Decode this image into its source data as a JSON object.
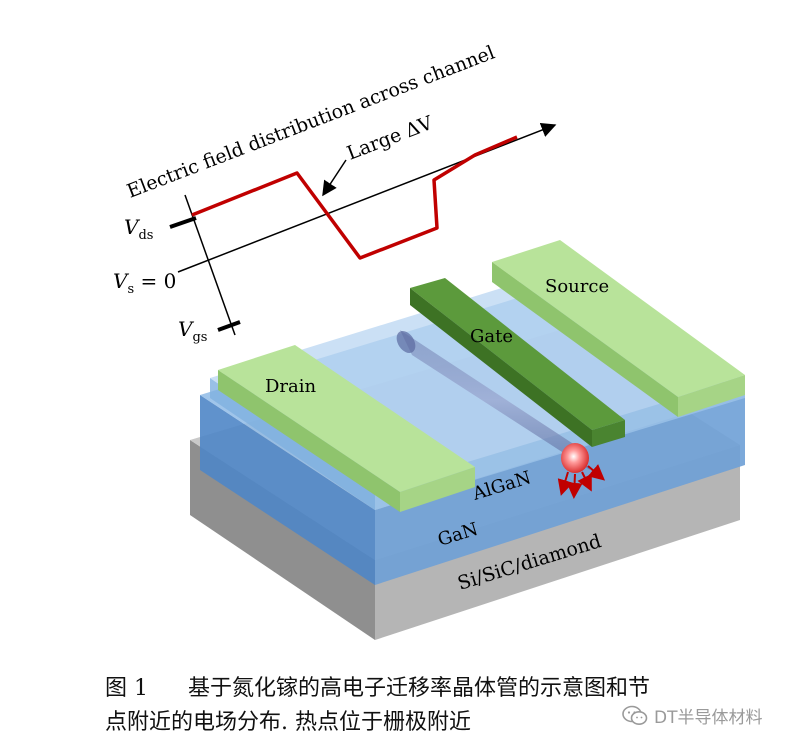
{
  "diagram": {
    "axis_title": "Electric field distribution across channel",
    "annotation": "Large ΔV",
    "labels": {
      "vds_main": "V",
      "vds_sub": "ds",
      "vs_main": "V",
      "vs_sub": "s",
      "vs_rest": " = 0",
      "vgs_main": "V",
      "vgs_sub": "gs"
    },
    "layers": {
      "drain": "Drain",
      "gate": "Gate",
      "source": "Source",
      "algan": "AlGaN",
      "gan": "GaN",
      "substrate": "Si/SiC/diamond"
    },
    "colors": {
      "field_line": "#c00000",
      "electrode": "#a8d88a",
      "gate": "#4f8a35",
      "algan": "#9cc3e8",
      "gan": "#6ea0d6",
      "substrate": "#a3a3a3",
      "hotspot": "#e03030"
    }
  },
  "caption": {
    "fig_num": "图 1",
    "line1": "基于氮化镓的高电子迁移率晶体管的示意图和节",
    "line2": "点附近的电场分布. 热点位于栅极附近"
  },
  "watermark": {
    "text": "DT半导体材料",
    "icon": "wechat-icon"
  }
}
